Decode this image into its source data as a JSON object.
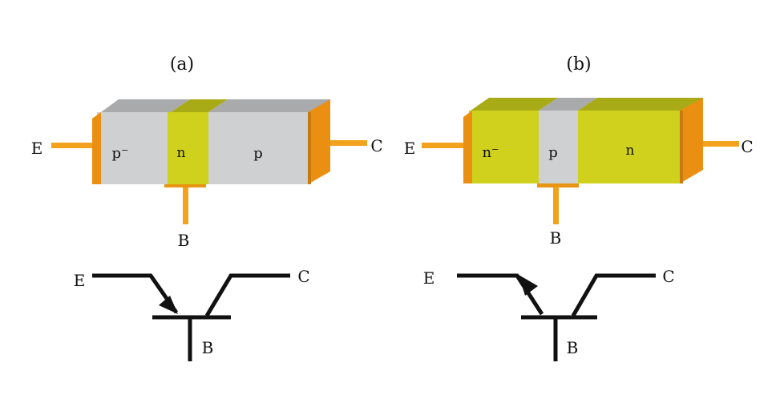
{
  "panels": [
    {
      "caption": "(a)",
      "regions": [
        "p⁻",
        "n",
        "p"
      ],
      "terminals": {
        "emitter": "E",
        "base": "B",
        "collector": "C"
      },
      "symbol_labels": {
        "emitter": "E",
        "base": "B",
        "collector": "C"
      }
    },
    {
      "caption": "(b)",
      "regions": [
        "n⁻",
        "p",
        "n"
      ],
      "terminals": {
        "emitter": "E",
        "base": "B",
        "collector": "C"
      },
      "symbol_labels": {
        "emitter": "E",
        "base": "B",
        "collector": "C"
      }
    }
  ],
  "colors": {
    "p_region": "#cfd0d2",
    "p_region_top": "#a9aaac",
    "n_region": "#cfd11d",
    "n_region_top": "#a8ab16",
    "lead": "#f2a21c",
    "end_cap": "#ea8f12",
    "symbol_line": "#111111"
  }
}
